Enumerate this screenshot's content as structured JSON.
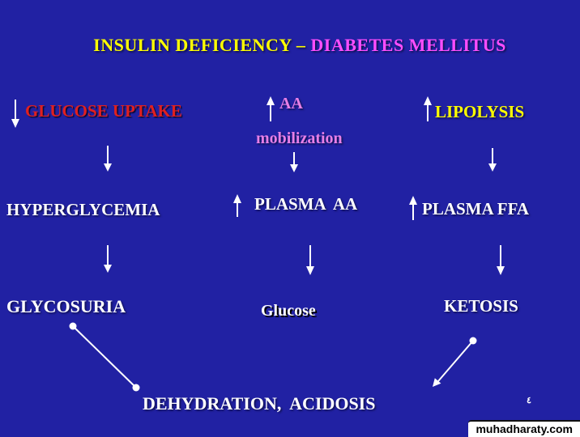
{
  "title": {
    "part_yellow": "INSULIN DEFICIENCY – ",
    "part_magenta": "DIABETES MELLITUS"
  },
  "nodes": {
    "glucose_uptake": "GLUCOSE UPTAKE",
    "hyperglycemia": "HYPERGLYCEMIA",
    "glycosuria": "GLYCOSURIA",
    "aa": "AA",
    "aa_mobilization": "mobilization",
    "plasma_aa": "PLASMA  AA",
    "glucose": "Glucose",
    "lipolysis": "LIPOLYSIS",
    "plasma_ffa": "PLASMA FFA",
    "ketosis": "KETOSIS",
    "dehydration_acidosis": "DEHYDRATION,  ACIDOSIS"
  },
  "footer": {
    "page_marker": "٤",
    "watermark": "muhadharaty.com"
  },
  "colors": {
    "bg": "#2121A3",
    "yellow": "#FFFF00",
    "magenta": "#FF4DFF",
    "red": "#E02020",
    "pink": "#E77FE7",
    "white": "#FFFFFF",
    "arrow": "#FFFFFF"
  }
}
